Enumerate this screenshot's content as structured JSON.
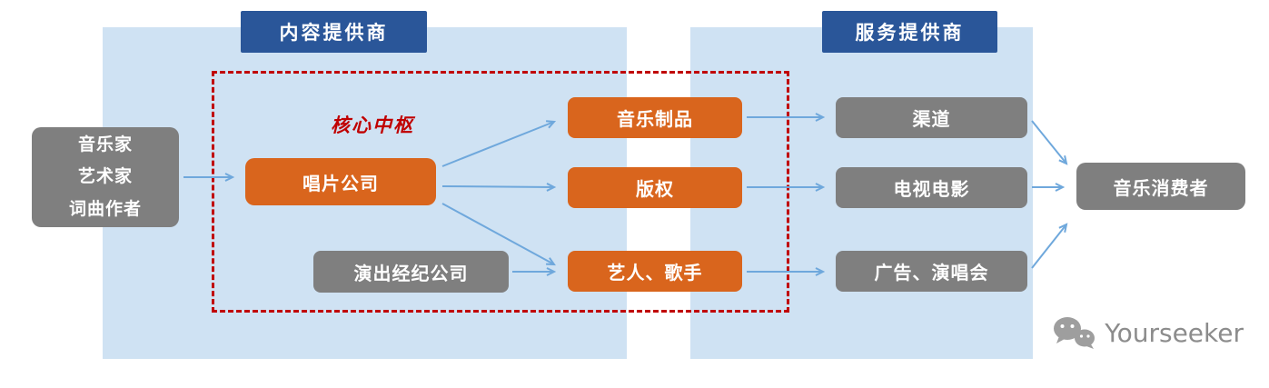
{
  "diagram": {
    "headers": {
      "content_provider": "内容提供商",
      "service_provider": "服务提供商"
    },
    "core_hub_label": "核心中枢",
    "nodes": {
      "creators": "音乐家\n艺术家\n词曲作者",
      "record_company": "唱片公司",
      "performance_agency": "演出经纪公司",
      "music_products": "音乐制品",
      "copyright": "版权",
      "artists_singers": "艺人、歌手",
      "channels": "渠道",
      "tv_film": "电视电影",
      "ads_concerts": "广告、演唱会",
      "consumers": "音乐消费者"
    },
    "edges": [
      {
        "from": "creators",
        "to": "record_company"
      },
      {
        "from": "record_company",
        "to": "music_products"
      },
      {
        "from": "record_company",
        "to": "copyright"
      },
      {
        "from": "record_company",
        "to": "artists_singers"
      },
      {
        "from": "performance_agency",
        "to": "artists_singers"
      },
      {
        "from": "music_products",
        "to": "channels"
      },
      {
        "from": "copyright",
        "to": "tv_film"
      },
      {
        "from": "artists_singers",
        "to": "ads_concerts"
      },
      {
        "from": "channels",
        "to": "consumers"
      },
      {
        "from": "tv_film",
        "to": "consumers"
      },
      {
        "from": "ads_concerts",
        "to": "consumers"
      }
    ],
    "colors": {
      "panel_bg": "#cfe2f3",
      "header_bg": "#2a5699",
      "orange_node": "#d9651d",
      "gray_node": "#7f7f7f",
      "core_frame": "#c00000",
      "arrow": "#6fa8dc"
    }
  },
  "watermark": {
    "icon": "wechat-icon",
    "text": "Yourseeker"
  }
}
